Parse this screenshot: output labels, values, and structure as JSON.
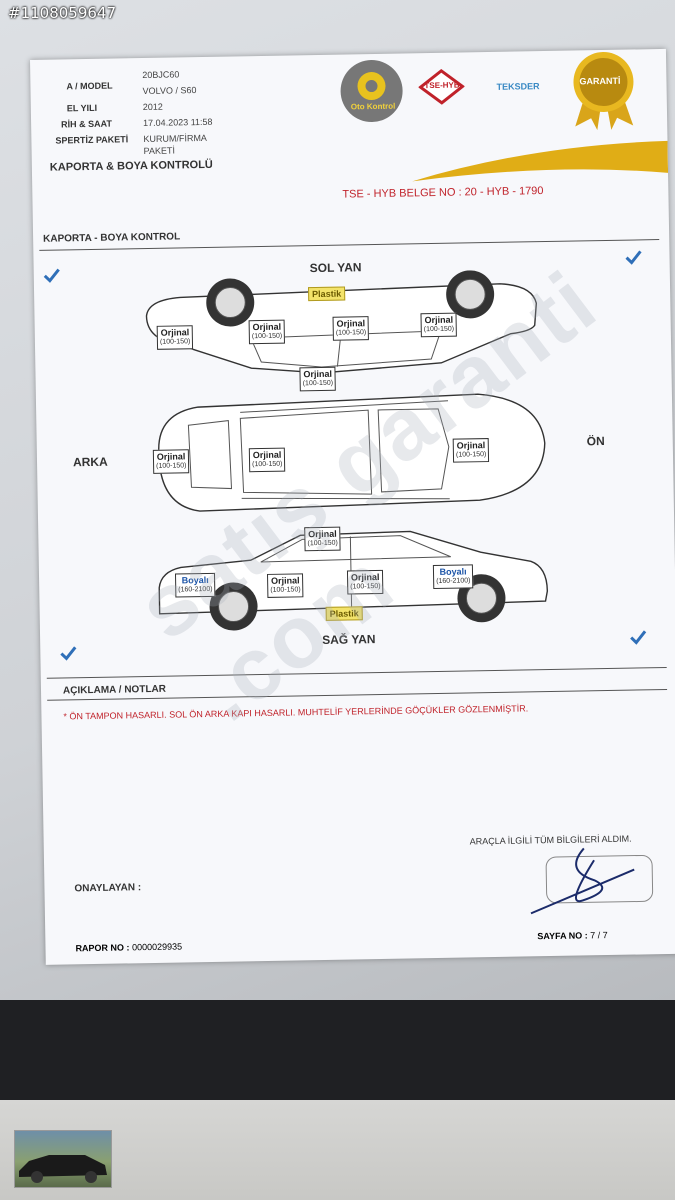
{
  "listing_id": "#1108059647",
  "header": {
    "fields": [
      {
        "label": "A / MODEL",
        "value": "20BJC60"
      },
      {
        "label": "",
        "value": "VOLVO / S60"
      },
      {
        "label": "EL YILI",
        "value": "2012"
      },
      {
        "label": "RİH & SAAT",
        "value": "17.04.2023 11:58"
      },
      {
        "label": "SPERTİZ PAKETİ",
        "value": "KURUM/FİRMA"
      },
      {
        "label": "",
        "value": "PAKETİ"
      }
    ],
    "logos": {
      "oto_kontrol": "Oto Kontrol",
      "tse": "TSE-HYB",
      "teksder": "TEKSDER",
      "garanti": "GARANTİ"
    },
    "section_title": "KAPORTA & BOYA KONTROLÜ",
    "belge_no": "TSE - HYB BELGE NO : 20 - HYB - 1790"
  },
  "kaporta": {
    "title": "KAPORTA - BOYA KONTROL",
    "sol_yan": "SOL YAN",
    "sag_yan": "SAĞ YAN",
    "arka": "ARKA",
    "on": "ÖN",
    "plastik": "Plastik",
    "orjinal": "Orjinal",
    "orjinal_range": "(100-150)",
    "boyali": "Boyalı",
    "boyali_range": "(160-2100)"
  },
  "aciklama": {
    "title": "AÇIKLAMA / NOTLAR",
    "note": "* ÖN TAMPON HASARLI. SOL ÖN ARKA KAPI HASARLI. MUHTELİF YERLERİNDE GÖÇÜKLER GÖZLENMİŞTİR."
  },
  "footer": {
    "statement": "ARAÇLA İLGİLİ TÜM BİLGİLERİ ALDIM.",
    "onaylayan": "ONAYLAYAN :",
    "rapor_label": "RAPOR NO :",
    "rapor_no": "0000029935",
    "sayfa_label": "SAYFA NO :",
    "sayfa": "7 / 7"
  },
  "watermark": "satış garanti .com",
  "colors": {
    "accent_gold": "#e8b820",
    "red": "#c0222a",
    "check_blue": "#2f6fb8"
  }
}
